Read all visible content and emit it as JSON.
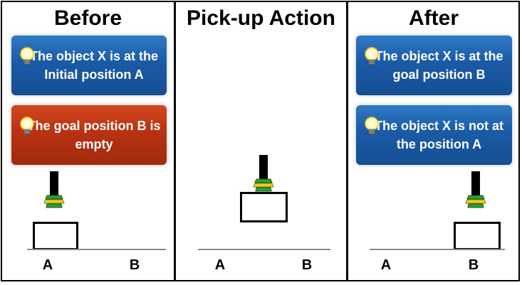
{
  "panels": {
    "before": {
      "title": "Before",
      "cards": [
        {
          "text": "The object X is at the Initial position A",
          "color": "blue",
          "icon": "lightbulb-icon"
        },
        {
          "text": "The goal position B is empty",
          "color": "red",
          "icon": "lightbulb-icon"
        }
      ],
      "labels": [
        "A",
        "B"
      ]
    },
    "action": {
      "title": "Pick-up Action",
      "labels": [
        "A",
        "B"
      ]
    },
    "after": {
      "title": "After",
      "cards": [
        {
          "text": "The object X is at the goal position B",
          "color": "blue",
          "icon": "lightbulb-icon"
        },
        {
          "text": "The object X is not at the position A",
          "color": "blue",
          "icon": "lightbulb-icon"
        }
      ],
      "labels": [
        "A",
        "B"
      ]
    }
  },
  "colors": {
    "card_blue": "#1a5aa6",
    "card_red": "#b83212",
    "gripper_green": "#2e9e3a",
    "gripper_yellow": "#e6d21e"
  }
}
